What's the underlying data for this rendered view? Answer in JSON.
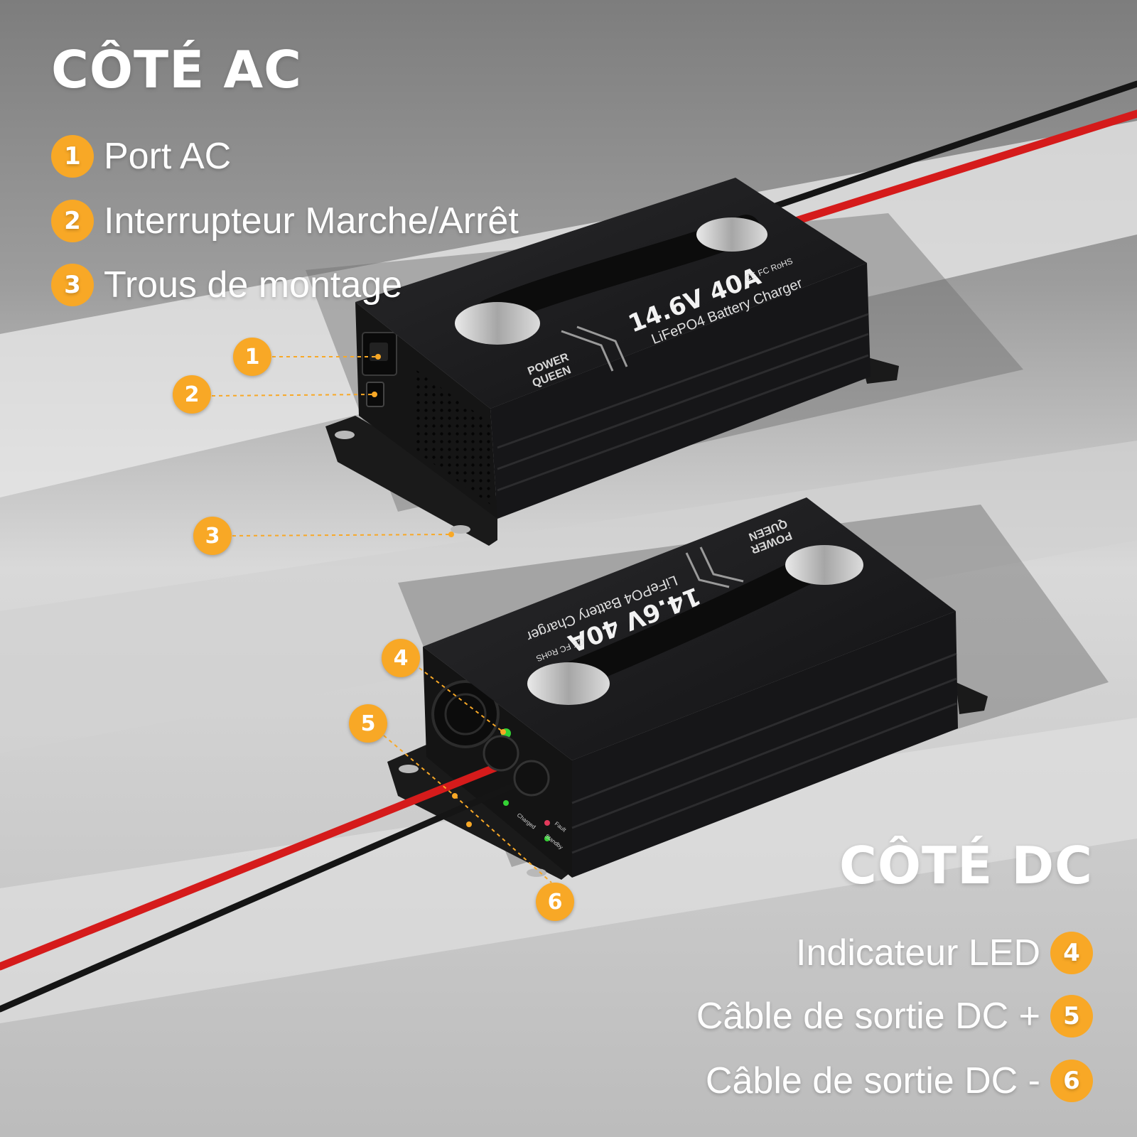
{
  "ac_side": {
    "heading": "CÔTÉ AC",
    "items": [
      {
        "number": "1",
        "label": "Port AC"
      },
      {
        "number": "2",
        "label": "Interrupteur Marche/Arrêt"
      },
      {
        "number": "3",
        "label": "Trous de montage"
      }
    ]
  },
  "dc_side": {
    "heading": "CÔTÉ DC",
    "items": [
      {
        "number": "4",
        "label": "Indicateur LED"
      },
      {
        "number": "5",
        "label": "Câble de sortie DC +"
      },
      {
        "number": "6",
        "label": "Câble de sortie DC -"
      }
    ]
  },
  "product_labels": {
    "rating": "14.6V 40A",
    "model": "LiFePO4 Battery Charger",
    "certifications": "CE FC RoHS",
    "brand_line1": "POWER",
    "brand_line2": "QUEEN",
    "led_labels": [
      "Fault",
      "Standby",
      "Charged"
    ]
  },
  "colors": {
    "badge": "#f8a826",
    "charger_body": "#1b1b1d",
    "positive_cable": "#d51b1b",
    "negative_cable": "#151515",
    "led_green": "#34d334"
  }
}
